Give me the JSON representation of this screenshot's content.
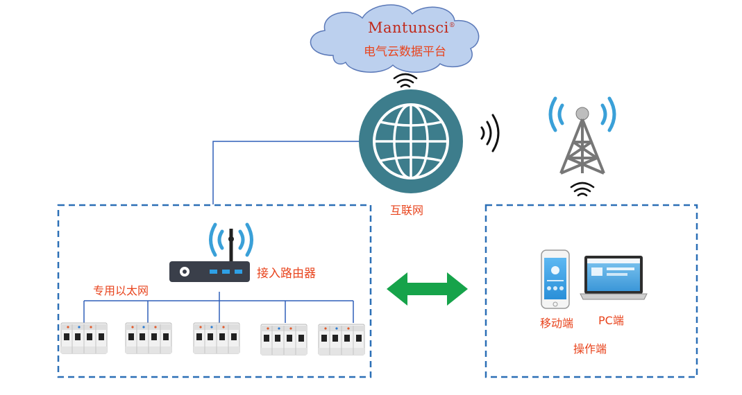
{
  "cloud": {
    "brand": "Mantunsci",
    "brand_mark": "®",
    "title": "电气云数据平台"
  },
  "internet": {
    "label": "互联网"
  },
  "router": {
    "label": "接入路由器"
  },
  "lan": {
    "label": "专用以太网"
  },
  "client": {
    "mobile_label": "移动端",
    "pc_label": "PC端",
    "group_label": "操作端"
  },
  "colors": {
    "label_text": "#e8441d",
    "brand_text": "#c0281a",
    "dashed_border": "#2b6fb6",
    "network_line": "#2f5fb8",
    "globe": "#3d7d8c",
    "arrow": "#16a34a",
    "signal": "#3aa0d8",
    "cloud_fill": "#bcd0ee"
  },
  "icons": [
    "cloud-icon",
    "globe-icon",
    "router-icon",
    "tower-icon",
    "wifi-icon",
    "phone-icon",
    "laptop-icon",
    "breaker-icon",
    "double-arrow-icon"
  ]
}
